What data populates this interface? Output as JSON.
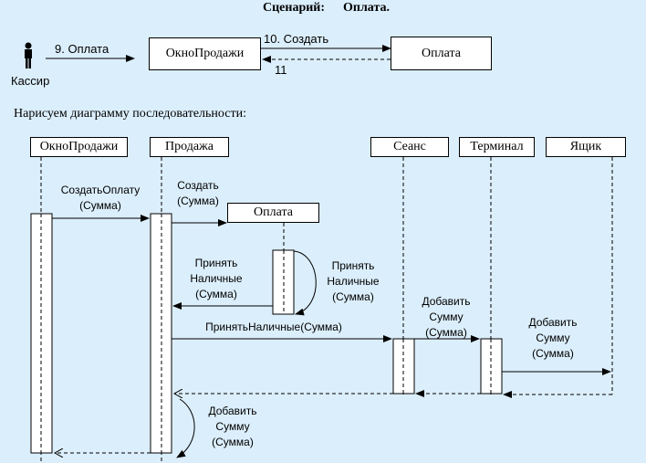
{
  "header": {
    "scenario_label": "Сценарий:",
    "scenario_name": "Оплата."
  },
  "top_scene": {
    "actor_label": "Кассир",
    "msg_9": "9. Оплата",
    "window_box": "ОкноПродажи",
    "msg_10": "10. Создать",
    "payment_box": "Оплата",
    "msg_11": "11"
  },
  "intro_text": "Нарисуем диаграмму последовательности:",
  "lifelines": {
    "window": "ОкноПродажи",
    "sale": "Продажа",
    "session": "Сеанс",
    "terminal": "Терминал",
    "box": "Ящик"
  },
  "created_object": "Оплата",
  "messages": {
    "create_payment": [
      "СоздатьОплату",
      "(Сумма)"
    ],
    "create": [
      "Создать",
      "(Сумма)"
    ],
    "accept_cash_self": [
      "Принять",
      "Наличные",
      "(Сумма)"
    ],
    "accept_cash_return": [
      "Принять",
      "Наличные",
      "(Сумма)"
    ],
    "accept_cash_call": "ПринятьНаличные(Сумма)",
    "add_sum_session": [
      "Добавить",
      "Сумму",
      "(Сумма)"
    ],
    "add_sum_terminal": [
      "Добавить",
      "Сумму",
      "(Сумма)"
    ],
    "add_sum_self": [
      "Добавить",
      "Сумму",
      "(Сумма)"
    ]
  },
  "colors": {
    "background": "#dbeefb",
    "box_fill": "#ffffff",
    "line": "#000000"
  }
}
